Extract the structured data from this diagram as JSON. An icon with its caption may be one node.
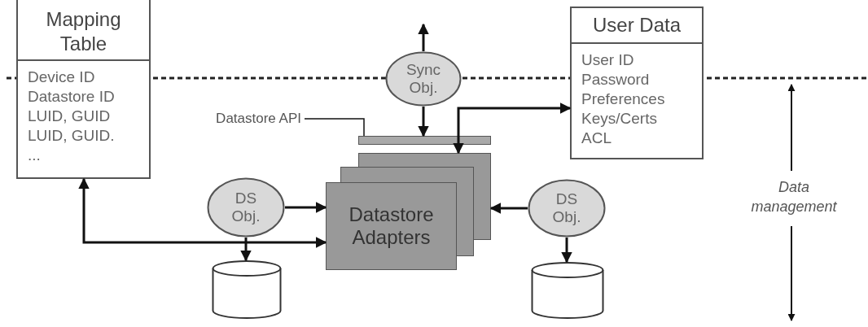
{
  "diagram": {
    "nodes": [
      {
        "text": [
          "Mapping Table",
          "Device ID",
          "Datastore ID",
          "LUID, GUID",
          "LUID, GUID.",
          "..."
        ]
      },
      {
        "text": [
          "User Data",
          "User ID",
          "Password",
          "Preferences",
          "Keys/Certs",
          "ACL"
        ]
      },
      {
        "text": [
          "Sync Obj."
        ]
      },
      {
        "text": [],
        "shape": "bar"
      },
      {
        "text": [
          "Datastore API"
        ]
      },
      {
        "text": [
          "Datastore Adapters"
        ]
      },
      {
        "text": [
          "DS Obj."
        ]
      },
      {
        "text": [
          "DS Obj."
        ]
      },
      {
        "text": [],
        "shape": "cylinder"
      },
      {
        "text": [],
        "shape": "cylinder"
      }
    ],
    "edges": [
      {
        "from": 2,
        "to": null,
        "arrow": "to"
      },
      {
        "from": 2,
        "to": 3,
        "arrow": "to"
      },
      {
        "from": 4,
        "to": 3,
        "arrow": "none"
      },
      {
        "from": 6,
        "to": 5,
        "arrow": "to"
      },
      {
        "from": 6,
        "to": 8,
        "arrow": "to"
      },
      {
        "from": 0,
        "to": 5,
        "arrow": "both"
      },
      {
        "from": 7,
        "to": 5,
        "arrow": "to"
      },
      {
        "from": 7,
        "to": 9,
        "arrow": "to"
      },
      {
        "from": 1,
        "to": 5,
        "arrow": "both"
      }
    ],
    "labels": [
      "Data management"
    ]
  }
}
